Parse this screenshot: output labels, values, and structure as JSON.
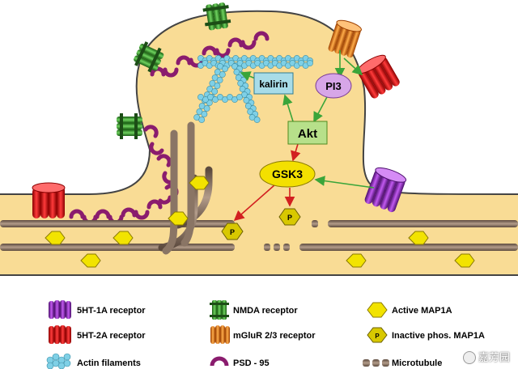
{
  "nodes": {
    "kalirin": "kalirin",
    "pi3": "PI3",
    "akt": "Akt",
    "gsk3": "GSK3",
    "p": "P"
  },
  "legend": [
    {
      "id": "5ht1a",
      "label": "5HT-1A receptor",
      "icon": "purple-receptor-icon"
    },
    {
      "id": "5ht2a",
      "label": "5HT-2A receptor",
      "icon": "red-receptor-icon"
    },
    {
      "id": "actin",
      "label": "Actin filaments",
      "icon": "actin-icon"
    },
    {
      "id": "nmda",
      "label": "NMDA receptor",
      "icon": "green-receptor-icon"
    },
    {
      "id": "mglur",
      "label": "mGluR 2/3 receptor",
      "icon": "orange-receptor-icon"
    },
    {
      "id": "psd95",
      "label": "PSD - 95",
      "icon": "psd95-icon"
    },
    {
      "id": "map1a_active",
      "label": "Active MAP1A",
      "icon": "hexagon-icon"
    },
    {
      "id": "map1a_inactive",
      "label": "Inactive phos. MAP1A",
      "icon": "p-hexagon-icon"
    },
    {
      "id": "microtubule",
      "label": "Microtubule",
      "icon": "microtubule-icon"
    }
  ],
  "watermark": "嘉芳园",
  "colors": {
    "cytoplasm": "#f9dc95",
    "membrane": "#333333",
    "kalirin_box": "#a8dce8",
    "akt_box": "#b7e08a",
    "pi3": "#d7a6e8",
    "gsk3": "#f3e000",
    "map1a": "#f2e300",
    "activation": "#4caf50",
    "inhibition": "#d22020",
    "psd95": "#8a1c6e",
    "actin": "#7fd0e6"
  }
}
